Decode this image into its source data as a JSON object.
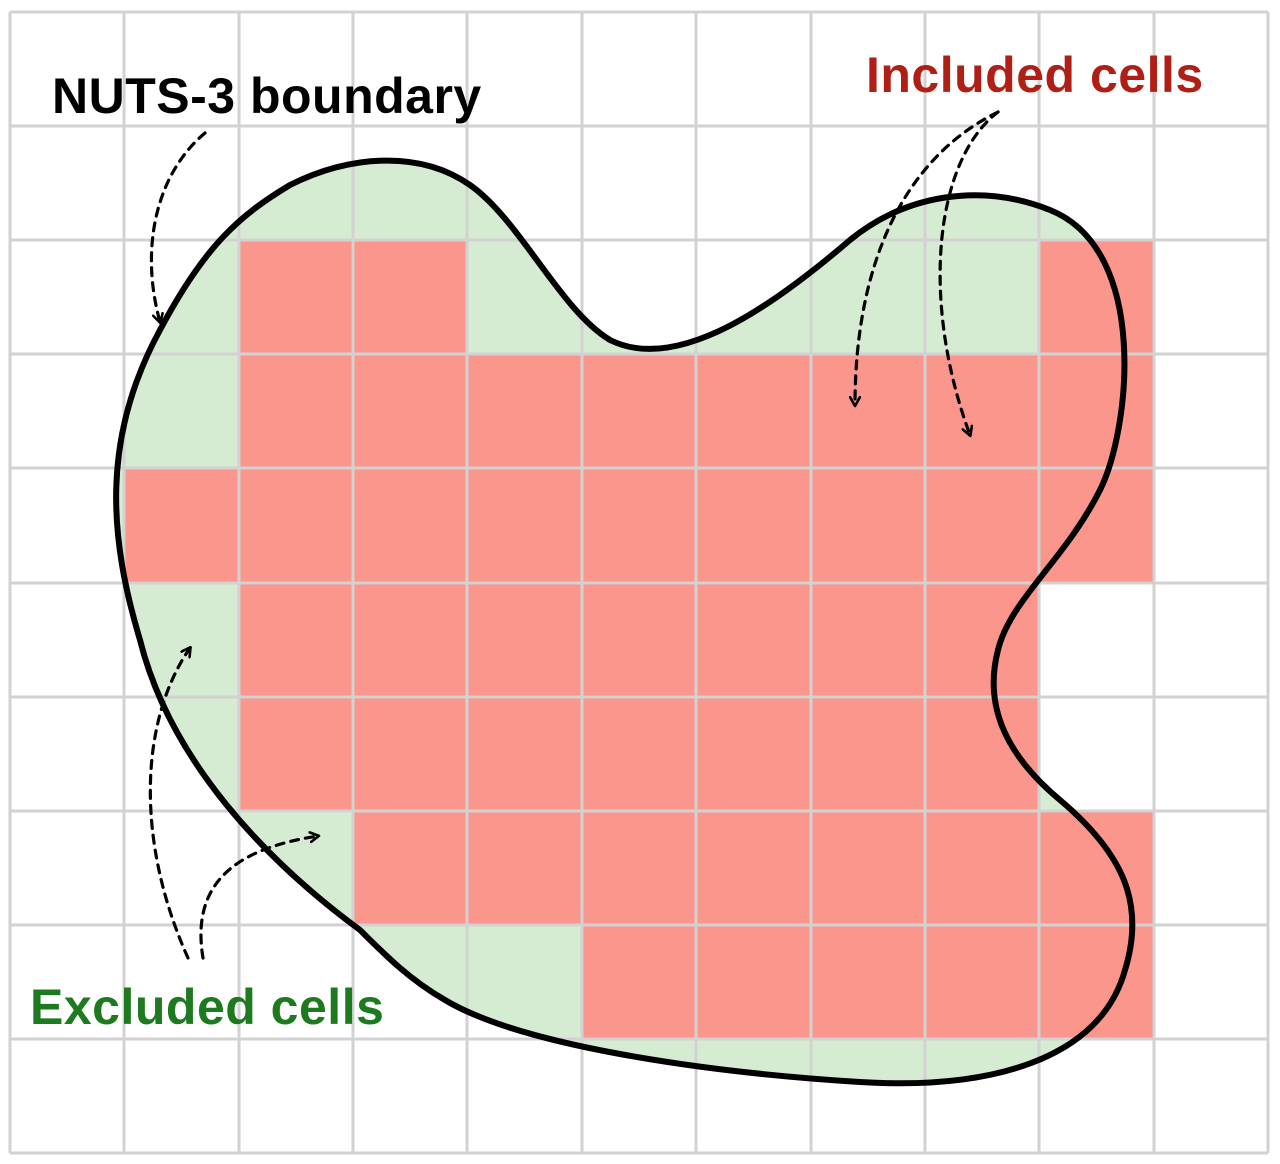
{
  "labels": {
    "boundary": "NUTS-3 boundary",
    "included": "Included cells",
    "excluded": "Excluded cells"
  },
  "colors": {
    "grid_line": "#d2d2d2",
    "included_fill": "#fa968c",
    "excluded_fill": "#d6ecd2",
    "boundary": "#000000",
    "boundary_label": "#000000",
    "included_label": "#b01f15",
    "excluded_label": "#1e7a1e"
  },
  "included_cells_by_row": [
    [],
    [],
    [
      2,
      3,
      9
    ],
    [
      2,
      3,
      4,
      5,
      6,
      7,
      8,
      9
    ],
    [
      1,
      2,
      3,
      4,
      5,
      6,
      7,
      8,
      9
    ],
    [
      2,
      3,
      4,
      5,
      6,
      7,
      8
    ],
    [
      2,
      3,
      4,
      5,
      6,
      7,
      8
    ],
    [
      3,
      4,
      5,
      6,
      7,
      8,
      9
    ],
    [
      5,
      6,
      7,
      8,
      9
    ],
    [],
    []
  ]
}
